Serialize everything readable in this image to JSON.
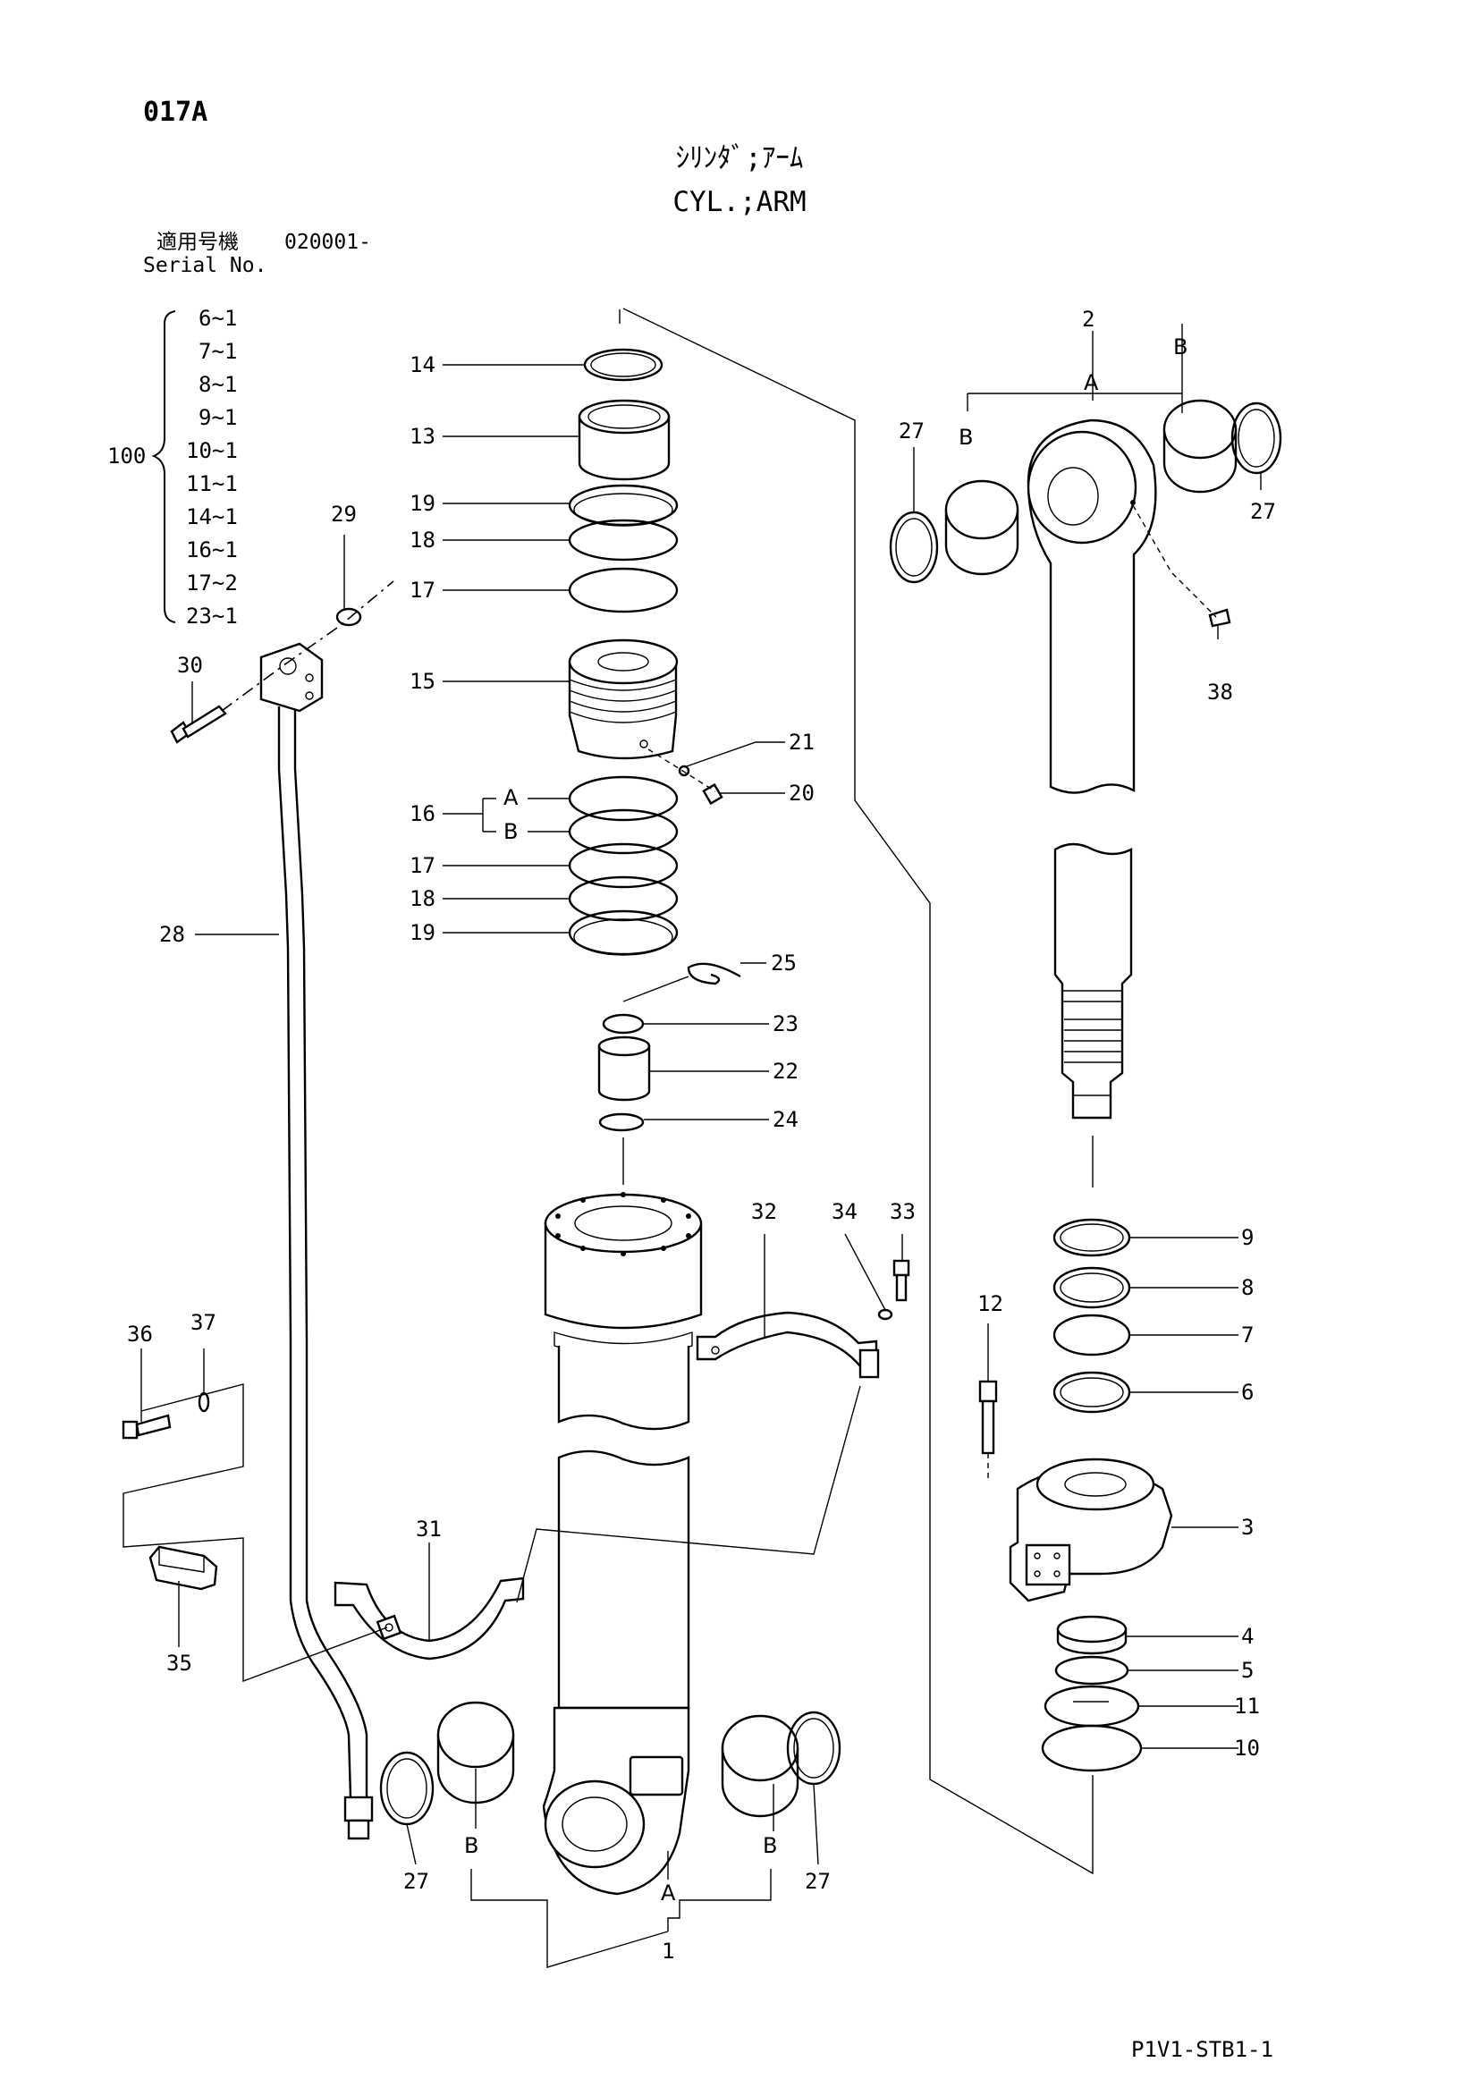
{
  "header": {
    "page_code": "017A",
    "title_jp": "ｼﾘﾝﾀﾞ;ｱｰﾑ",
    "title_en": "CYL.;ARM",
    "serial_label_jp": "適用号機",
    "serial_label_en": "Serial No.",
    "serial_range": "020001-"
  },
  "kit": {
    "number": "100",
    "items": [
      "6~1",
      "7~1",
      "8~1",
      "9~1",
      "10~1",
      "11~1",
      "14~1",
      "16~1",
      "17~2",
      "23~1"
    ]
  },
  "callouts": {
    "p1": "1",
    "p2": "2",
    "p3": "3",
    "p4": "4",
    "p5": "5",
    "p6": "6",
    "p7": "7",
    "p8": "8",
    "p9": "9",
    "p10": "10",
    "p11": "11",
    "p12": "12",
    "p13": "13",
    "p14": "14",
    "p15": "15",
    "p16": "16",
    "p17": "17",
    "p18": "18",
    "p19": "19",
    "p20": "20",
    "p21": "21",
    "p22": "22",
    "p23": "23",
    "p24": "24",
    "p25": "25",
    "p27": "27",
    "p28": "28",
    "p29": "29",
    "p30": "30",
    "p31": "31",
    "p32": "32",
    "p33": "33",
    "p34": "34",
    "p35": "35",
    "p36": "36",
    "p37": "37",
    "p38": "38",
    "sub_a": "A",
    "sub_b": "B"
  },
  "footer": {
    "drawing_ref": "P1V1-STB1-1"
  }
}
